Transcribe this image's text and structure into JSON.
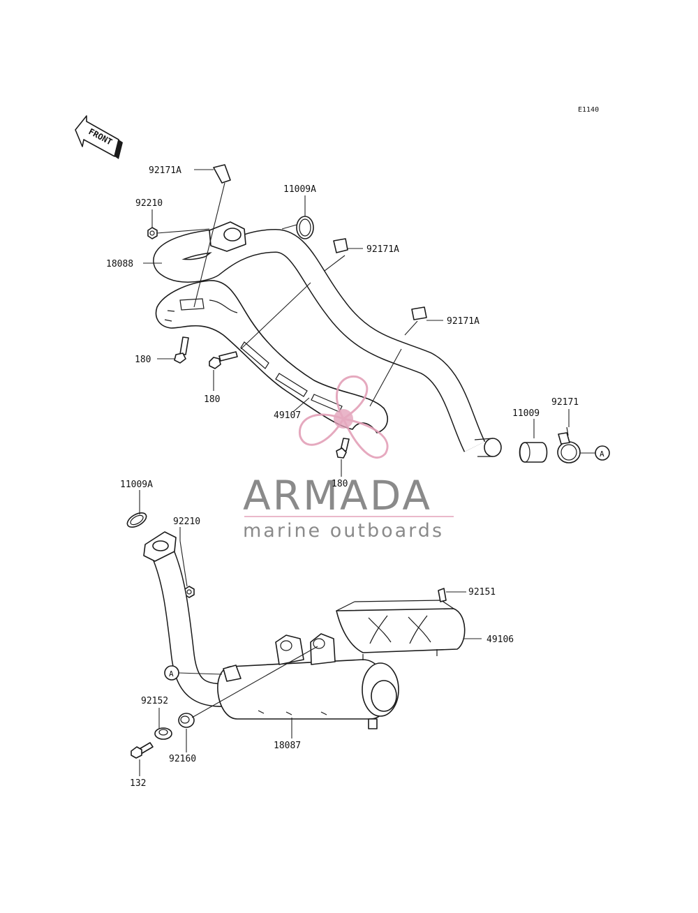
{
  "diagram": {
    "ref_code": "E1140",
    "front_label": "FRONT",
    "callout_letter": "A",
    "labels": {
      "p92171A_1": "92171A",
      "p92210_1": "92210",
      "p11009A_1": "11009A",
      "p92171A_2": "92171A",
      "p18088": "18088",
      "p92171A_3": "92171A",
      "p180_1": "180",
      "p180_2": "180",
      "p49107": "49107",
      "p11009": "11009",
      "p92171": "92171",
      "p180_3": "180",
      "p11009A_2": "11009A",
      "p92210_2": "92210",
      "p92151": "92151",
      "p49106": "49106",
      "p92152": "92152",
      "p18087": "18087",
      "p92160": "92160",
      "p132": "132"
    }
  },
  "watermark": {
    "brand": "ARMADA",
    "tagline": "marine outboards",
    "logo_color": "#e3a0b8",
    "text_color": "#8a8a8a"
  }
}
